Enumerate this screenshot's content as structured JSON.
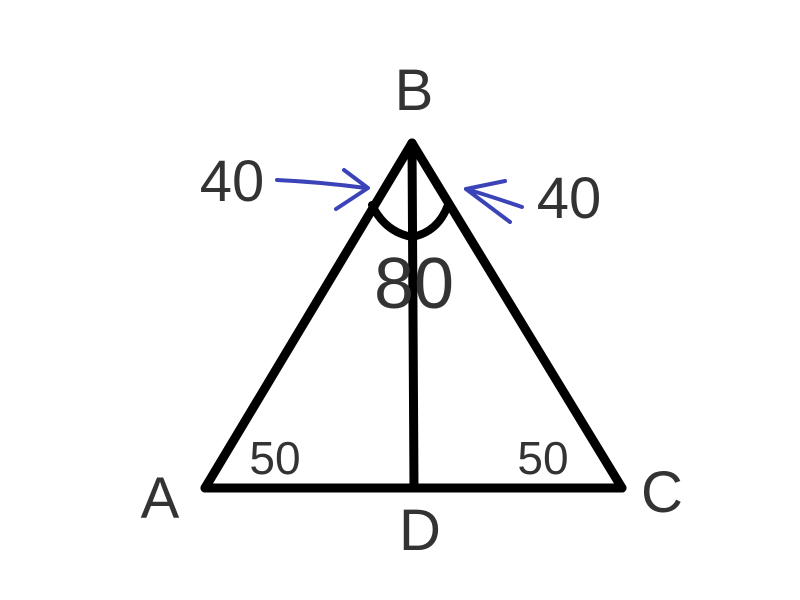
{
  "points": {
    "A": "A",
    "B": "B",
    "C": "C",
    "D": "D"
  },
  "angles": {
    "abd": "40",
    "dbc": "40",
    "abc": "80",
    "bad": "50",
    "bcd": "50"
  },
  "colors": {
    "ink": "#000000",
    "label": "#333333",
    "annotation": "#3b43b8"
  }
}
